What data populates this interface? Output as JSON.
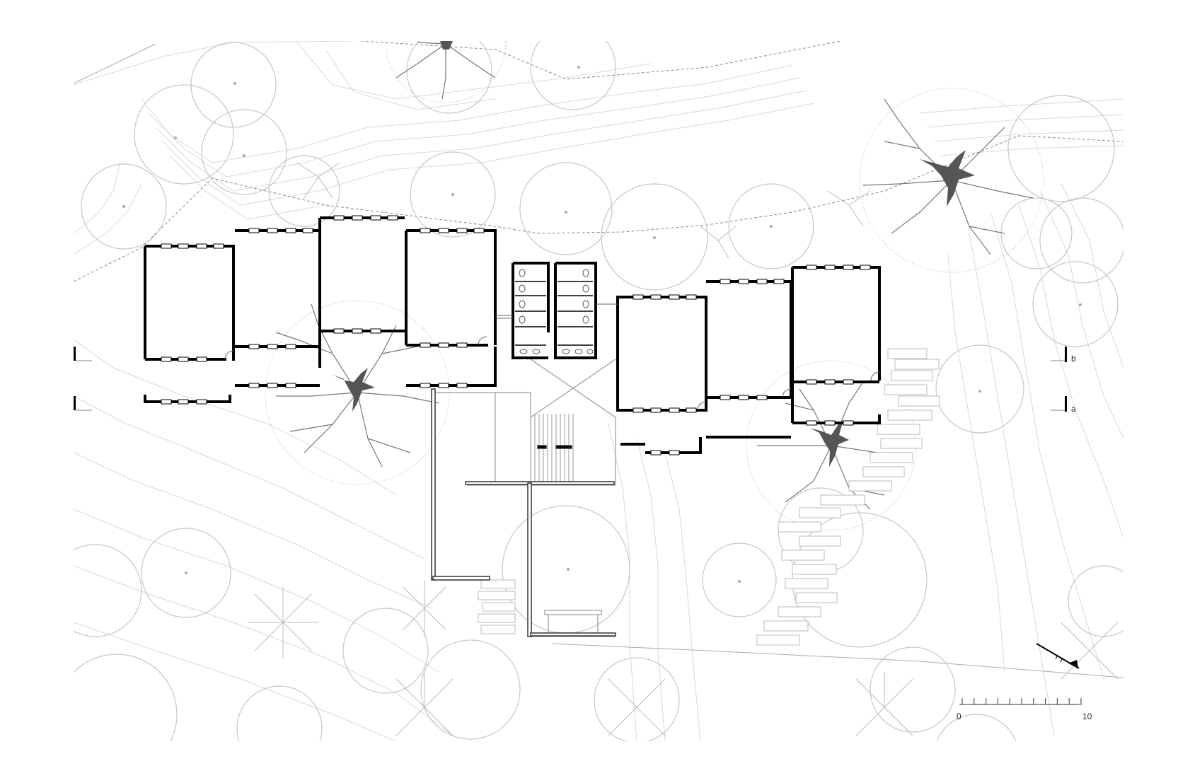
{
  "section_marks": {
    "a": "a",
    "b": "b"
  },
  "scale_bar": {
    "start_label": "0",
    "end_label": "10",
    "ticks": 10
  },
  "colors": {
    "wall": "#000000",
    "context": "#c8c8c8",
    "contour": "#d6d6d6",
    "tree_trunk": "#555555"
  },
  "icons": {
    "north_arrow": "north-arrow-icon"
  }
}
